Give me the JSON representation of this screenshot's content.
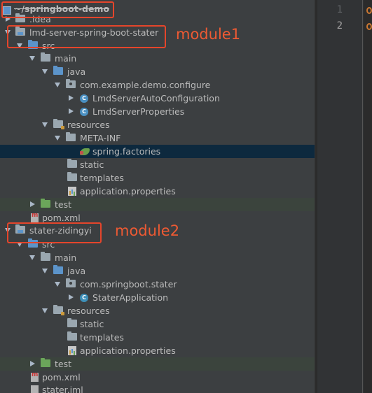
{
  "tree": {
    "rows": [
      {
        "kind": "idea-root",
        "text": "~/springboot-demo",
        "strike": true
      },
      {
        "kind": "folder",
        "text": ".idea"
      },
      {
        "kind": "module",
        "text": "lmd-server-spring-boot-stater"
      },
      {
        "kind": "blue",
        "text": "src"
      },
      {
        "kind": "folder",
        "text": "main"
      },
      {
        "kind": "blue",
        "text": "java"
      },
      {
        "kind": "package",
        "text": "com.example.demo.configure"
      },
      {
        "kind": "class",
        "text": "LmdServerAutoConfiguration"
      },
      {
        "kind": "class",
        "text": "LmdServerProperties"
      },
      {
        "kind": "res",
        "text": "resources"
      },
      {
        "kind": "folder",
        "text": "META-INF"
      },
      {
        "kind": "spring",
        "text": "spring.factories"
      },
      {
        "kind": "folder",
        "text": "static"
      },
      {
        "kind": "folder",
        "text": "templates"
      },
      {
        "kind": "props",
        "text": "application.properties"
      },
      {
        "kind": "green",
        "text": "test"
      },
      {
        "kind": "maven",
        "text": "pom.xml"
      },
      {
        "kind": "module",
        "text": "stater-zidingyi"
      },
      {
        "kind": "blue",
        "text": "src"
      },
      {
        "kind": "folder",
        "text": "main"
      },
      {
        "kind": "blue",
        "text": "java"
      },
      {
        "kind": "package",
        "text": "com.springboot.stater"
      },
      {
        "kind": "app",
        "text": "StaterApplication"
      },
      {
        "kind": "res",
        "text": "resources"
      },
      {
        "kind": "folder",
        "text": "static"
      },
      {
        "kind": "folder",
        "text": "templates"
      },
      {
        "kind": "props",
        "text": "application.properties"
      },
      {
        "kind": "green",
        "text": "test"
      },
      {
        "kind": "maven",
        "text": "pom.xml"
      },
      {
        "kind": "file",
        "text": "stater.iml"
      }
    ]
  },
  "annotations": {
    "module1": "module1",
    "module2": "module2"
  },
  "editor": {
    "line_numbers": [
      "1",
      "2"
    ]
  },
  "colors": {
    "callout": "#e5452b",
    "selection": "#0d293e",
    "test_row": "#3b443d"
  }
}
